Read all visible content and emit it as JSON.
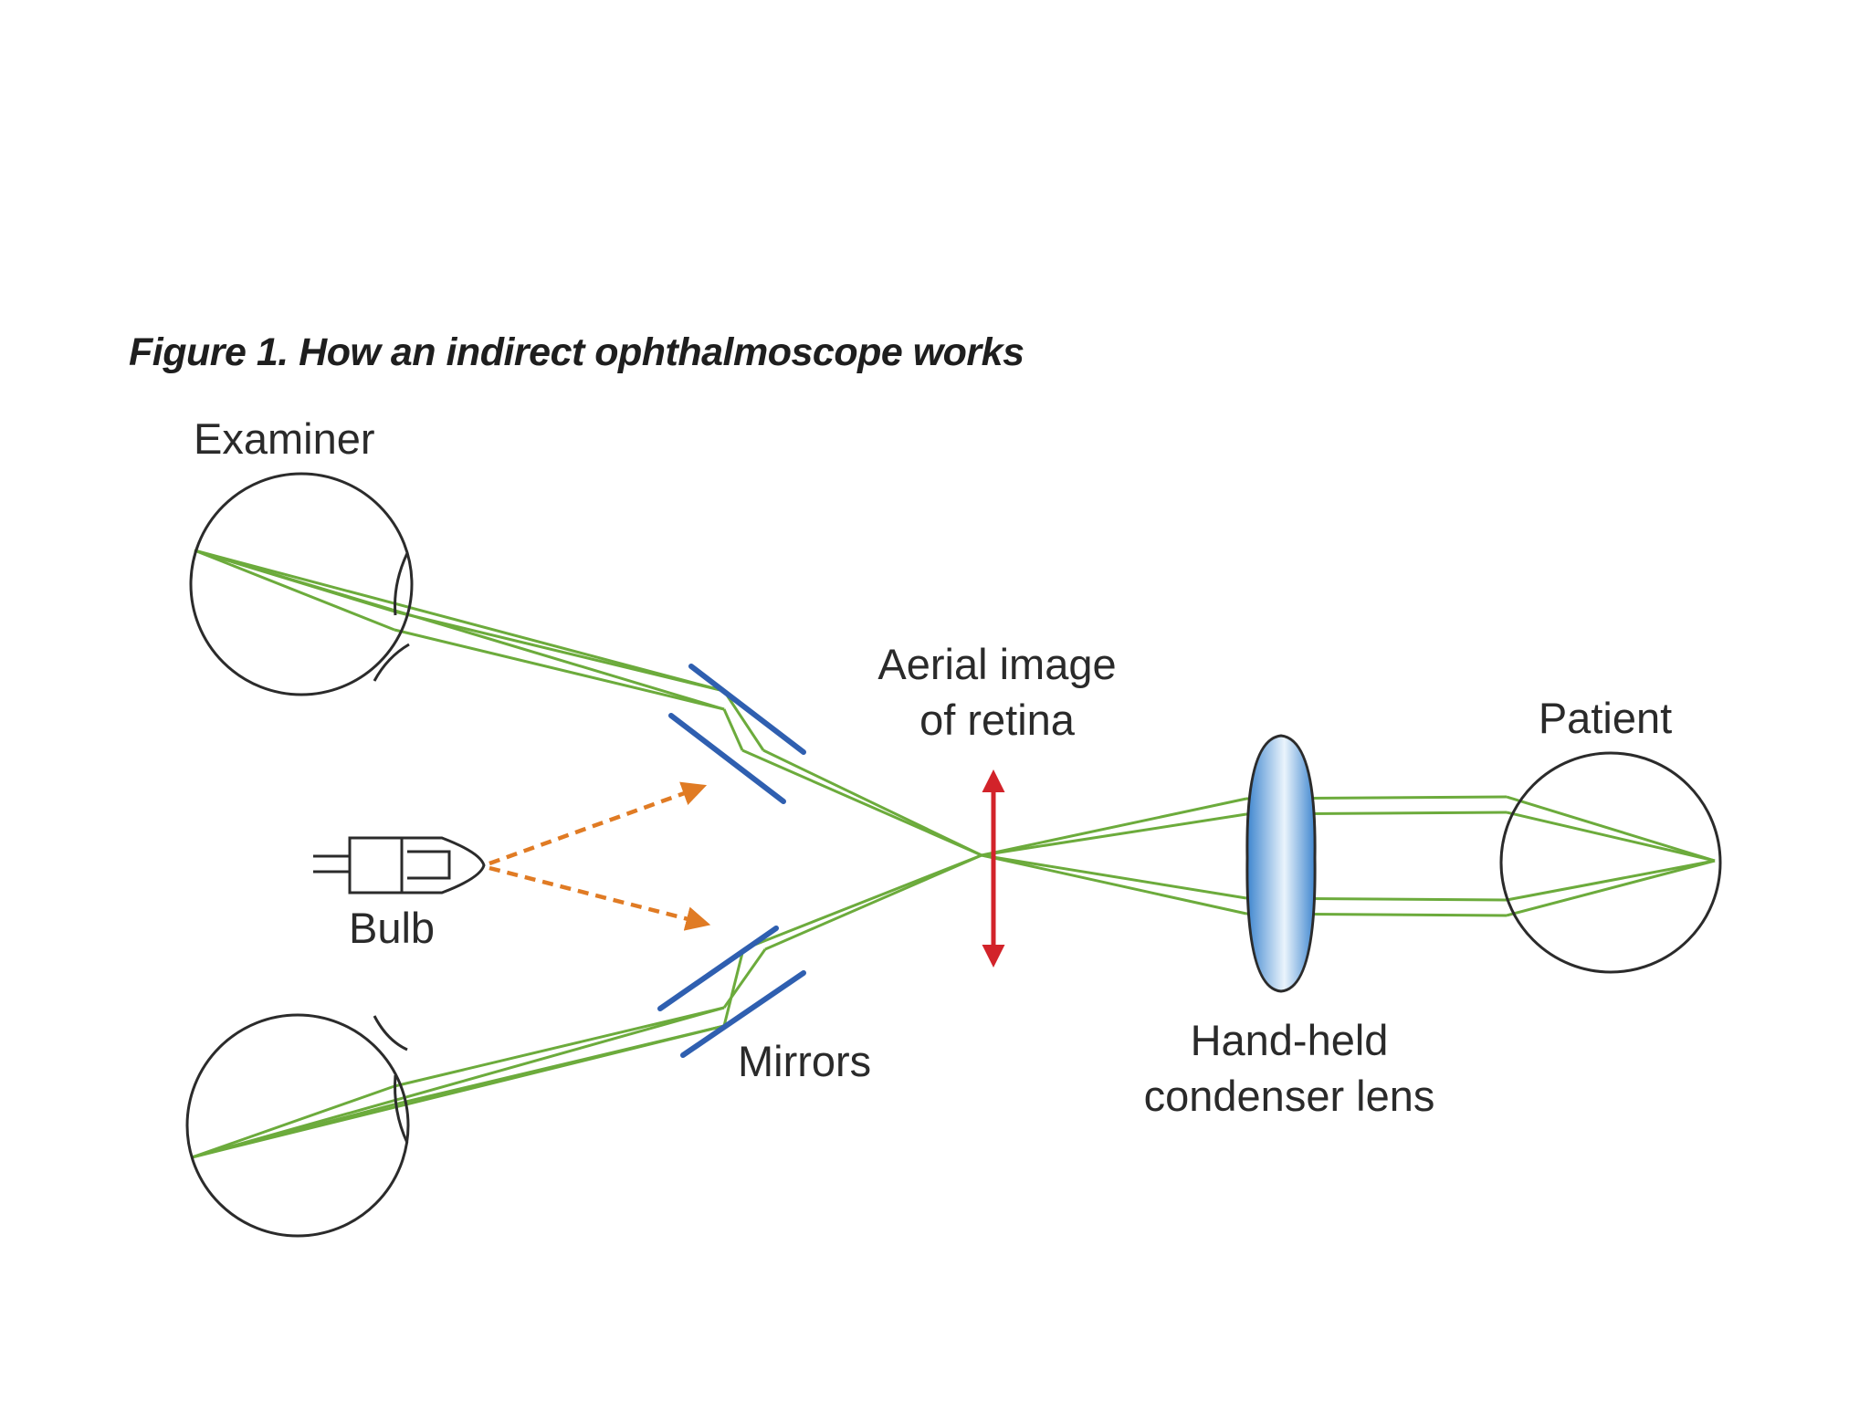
{
  "figure": {
    "title": "Figure 1. How an indirect ophthalmoscope works"
  },
  "labels": {
    "examiner": "Examiner",
    "bulb": "Bulb",
    "mirrors": "Mirrors",
    "aerial_line1": "Aerial image",
    "aerial_line2": "of retina",
    "lens_line1": "Hand-held",
    "lens_line2": "condenser lens",
    "patient": "Patient"
  },
  "colors": {
    "background": "#ffffff",
    "text": "#2a2a2a",
    "eye_outline": "#2b2b2b",
    "light_ray": "#6cab3c",
    "mirror": "#2f5fb0",
    "aerial_arrow": "#d2232a",
    "bulb_light": "#e07b24",
    "lens_fill_edge": "#3f86cf",
    "lens_fill_center": "#eaf4fc"
  },
  "icons": {
    "eye": "eye-circle-icon",
    "bulb": "bulb-icon",
    "mirror": "mirror-bar-icon",
    "lens": "biconvex-lens-icon",
    "arrow": "double-arrow-icon"
  }
}
